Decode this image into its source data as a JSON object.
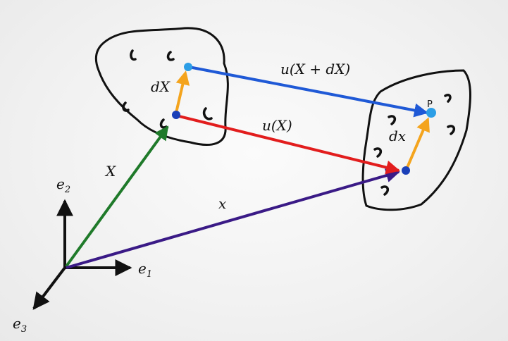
{
  "labels": {
    "dX": "dX",
    "dx": "dx",
    "X": "X",
    "x": "x",
    "u_X": "u(X)",
    "u_X_dX": "u(X + dX)",
    "P": "P",
    "e1_base": "e",
    "e1_sub": "1",
    "e2_base": "e",
    "e2_sub": "2",
    "e3_base": "e",
    "e3_sub": "3"
  },
  "colors": {
    "background": "#f1f1f1",
    "outline": "#111111",
    "position_X": "#1f7a2a",
    "position_x": "#3a1a86",
    "displacement_u_X": "#e21d1d",
    "displacement_u_X_dX": "#1f59d6",
    "line_element": "#f4a41d",
    "point_dark": "#1a3fb8",
    "point_light": "#2c9ee6"
  },
  "icons": {
    "reference_body": "blob-outline",
    "deformed_body": "blob-outline",
    "inclusions": "comma-glyph"
  }
}
